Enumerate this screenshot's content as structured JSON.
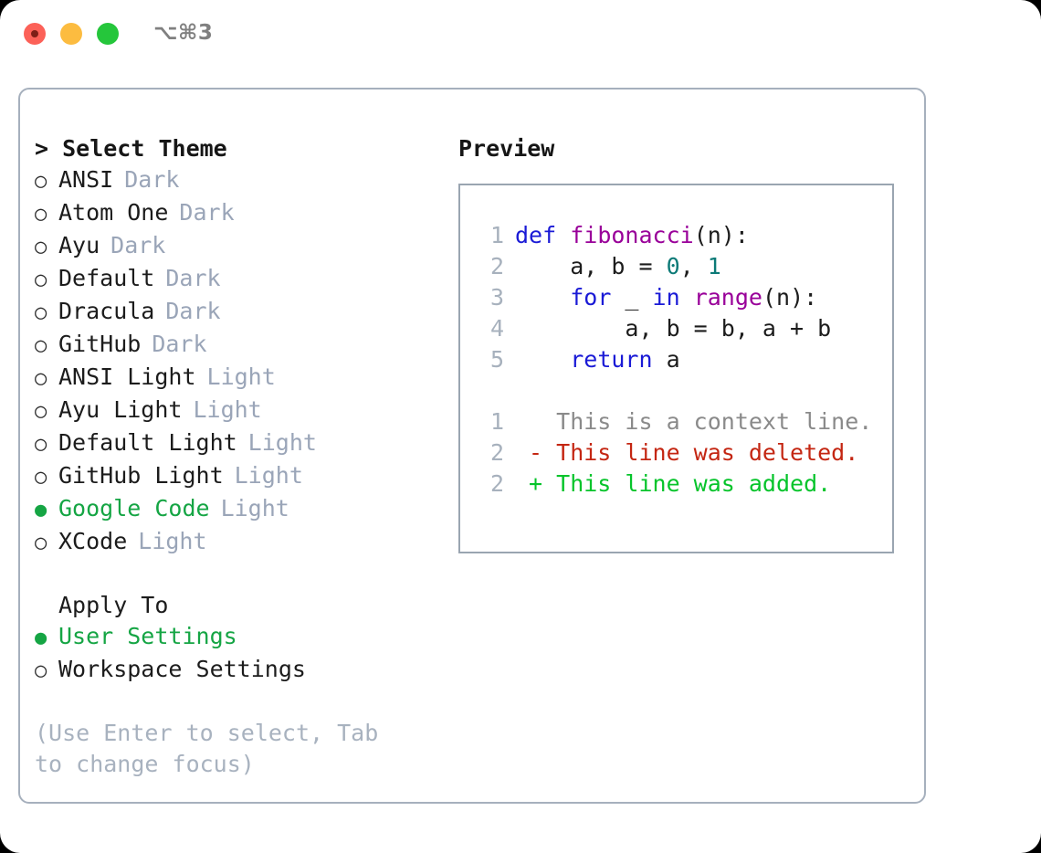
{
  "window": {
    "shortcut_label": "⌥⌘3",
    "traffic_lights": [
      "close",
      "minimize",
      "maximize"
    ]
  },
  "theme_picker": {
    "heading": "> Select Theme",
    "heading_caret": ">",
    "heading_text": "Select Theme",
    "marker_unselected": "○",
    "marker_selected": "●",
    "items": [
      {
        "label": "ANSI",
        "variant": "Dark",
        "selected": false
      },
      {
        "label": "Atom One",
        "variant": "Dark",
        "selected": false
      },
      {
        "label": "Ayu",
        "variant": "Dark",
        "selected": false
      },
      {
        "label": "Default",
        "variant": "Dark",
        "selected": false
      },
      {
        "label": "Dracula",
        "variant": "Dark",
        "selected": false
      },
      {
        "label": "GitHub",
        "variant": "Dark",
        "selected": false
      },
      {
        "label": "ANSI Light",
        "variant": "Light",
        "selected": false
      },
      {
        "label": "Ayu Light",
        "variant": "Light",
        "selected": false
      },
      {
        "label": "Default Light",
        "variant": "Light",
        "selected": false
      },
      {
        "label": "GitHub Light",
        "variant": "Light",
        "selected": false
      },
      {
        "label": "Google Code",
        "variant": "Light",
        "selected": true
      },
      {
        "label": "XCode",
        "variant": "Light",
        "selected": false
      }
    ]
  },
  "apply_to": {
    "heading": "Apply To",
    "options": [
      {
        "label": "User Settings",
        "selected": true
      },
      {
        "label": "Workspace Settings",
        "selected": false
      }
    ]
  },
  "hint": "(Use Enter to select, Tab to change focus)",
  "preview": {
    "title": "Preview",
    "code_lines": [
      {
        "number": "1",
        "tokens": [
          {
            "text": "def ",
            "type": "kw"
          },
          {
            "text": "fibonacci",
            "type": "fn"
          },
          {
            "text": "(n):",
            "type": "pl"
          }
        ]
      },
      {
        "number": "2",
        "tokens": [
          {
            "text": "    a, b = ",
            "type": "pl"
          },
          {
            "text": "0",
            "type": "num"
          },
          {
            "text": ", ",
            "type": "pl"
          },
          {
            "text": "1",
            "type": "num"
          }
        ]
      },
      {
        "number": "3",
        "tokens": [
          {
            "text": "    ",
            "type": "pl"
          },
          {
            "text": "for",
            "type": "kw"
          },
          {
            "text": " _ ",
            "type": "pl"
          },
          {
            "text": "in",
            "type": "kw"
          },
          {
            "text": " ",
            "type": "pl"
          },
          {
            "text": "range",
            "type": "fn"
          },
          {
            "text": "(n):",
            "type": "pl"
          }
        ]
      },
      {
        "number": "4",
        "tokens": [
          {
            "text": "        a, b = b, a + b",
            "type": "pl"
          }
        ]
      },
      {
        "number": "5",
        "tokens": [
          {
            "text": "    ",
            "type": "pl"
          },
          {
            "text": "return",
            "type": "kw"
          },
          {
            "text": " a",
            "type": "pl"
          }
        ]
      }
    ],
    "diff_lines": [
      {
        "number": "1",
        "sign": " ",
        "text": "This is a context line.",
        "kind": "context"
      },
      {
        "number": "2",
        "sign": "-",
        "text": "This line was deleted.",
        "kind": "deleted"
      },
      {
        "number": "2",
        "sign": "+",
        "text": "This line was added.",
        "kind": "added"
      }
    ]
  },
  "colors": {
    "accent_green": "#15a544",
    "muted": "#9aa5b8",
    "border": "#a6b0bd",
    "code_border": "#9aa5b1",
    "keyword": "#1a1ad6",
    "function": "#990099",
    "number": "#0c7a77",
    "diff_deleted": "#c42612",
    "diff_added": "#06c42b",
    "diff_context": "#8a8a8a"
  }
}
